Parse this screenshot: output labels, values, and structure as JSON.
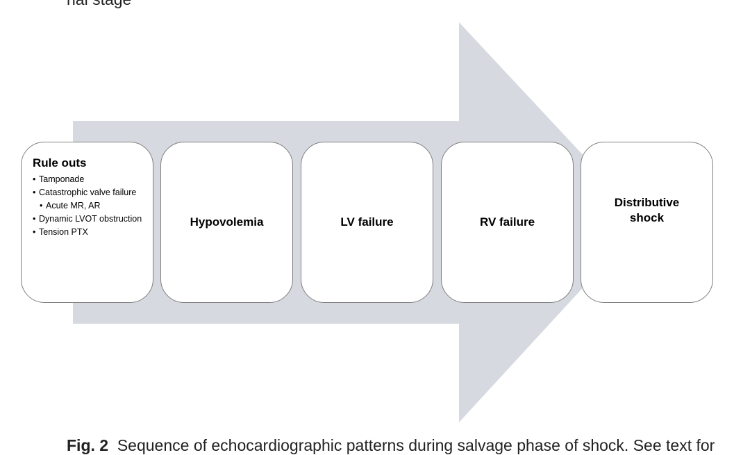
{
  "top_caption_fragment": "nal stage",
  "colors": {
    "arrow_fill": "#d6d9df",
    "box_border": "#7f7f7f"
  },
  "rule_outs": {
    "title": "Rule outs",
    "items": [
      {
        "text": "Tamponade",
        "level": 1
      },
      {
        "text": "Catastrophic valve failure",
        "level": 1
      },
      {
        "text": "Acute MR, AR",
        "level": 2
      },
      {
        "text": "Dynamic LVOT obstruction",
        "level": 1
      },
      {
        "text": "Tension PTX",
        "level": 1
      }
    ]
  },
  "stages": [
    {
      "label": "Hypovolemia"
    },
    {
      "label": "LV failure"
    },
    {
      "label": "RV  failure"
    },
    {
      "label": "Distributive\nshock"
    }
  ],
  "caption": {
    "label": "Fig. 2",
    "text": "Sequence of echocardiographic patterns during salvage phase of shock. See text for"
  }
}
